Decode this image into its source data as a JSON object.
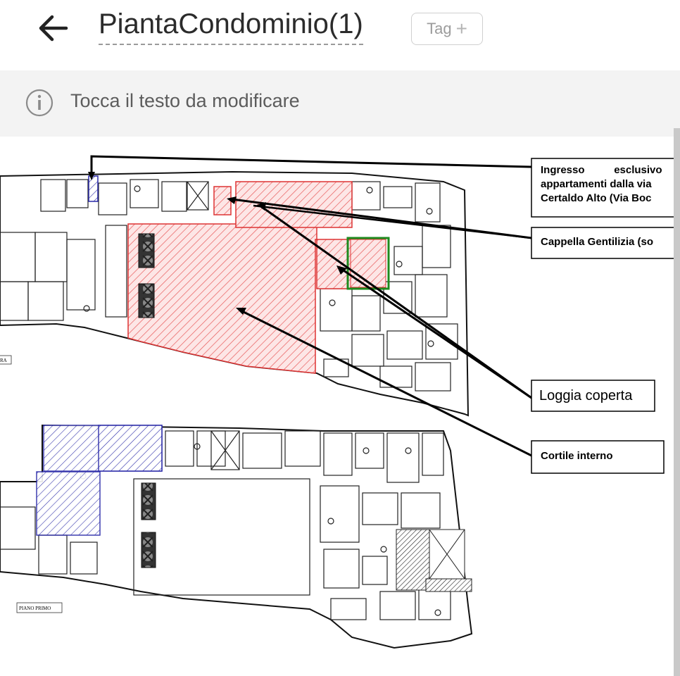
{
  "header": {
    "title": "PiantaCondominio(1)",
    "tag_label": "Tag",
    "tag_plus": "+"
  },
  "info": {
    "text": "Tocca il testo da modificare"
  },
  "plan": {
    "labels": {
      "ingresso_line1": "Ingresso          esclusivo",
      "ingresso_line2": "appartamenti dalla via",
      "ingresso_line3": "Certaldo Alto (Via Boc",
      "cappella": "Cappella Gentilizia (so",
      "loggia": "Loggia coperta",
      "cortile": "Cortile interno",
      "piano_primo": "PIANO PRIMO",
      "ra": "RA"
    }
  }
}
